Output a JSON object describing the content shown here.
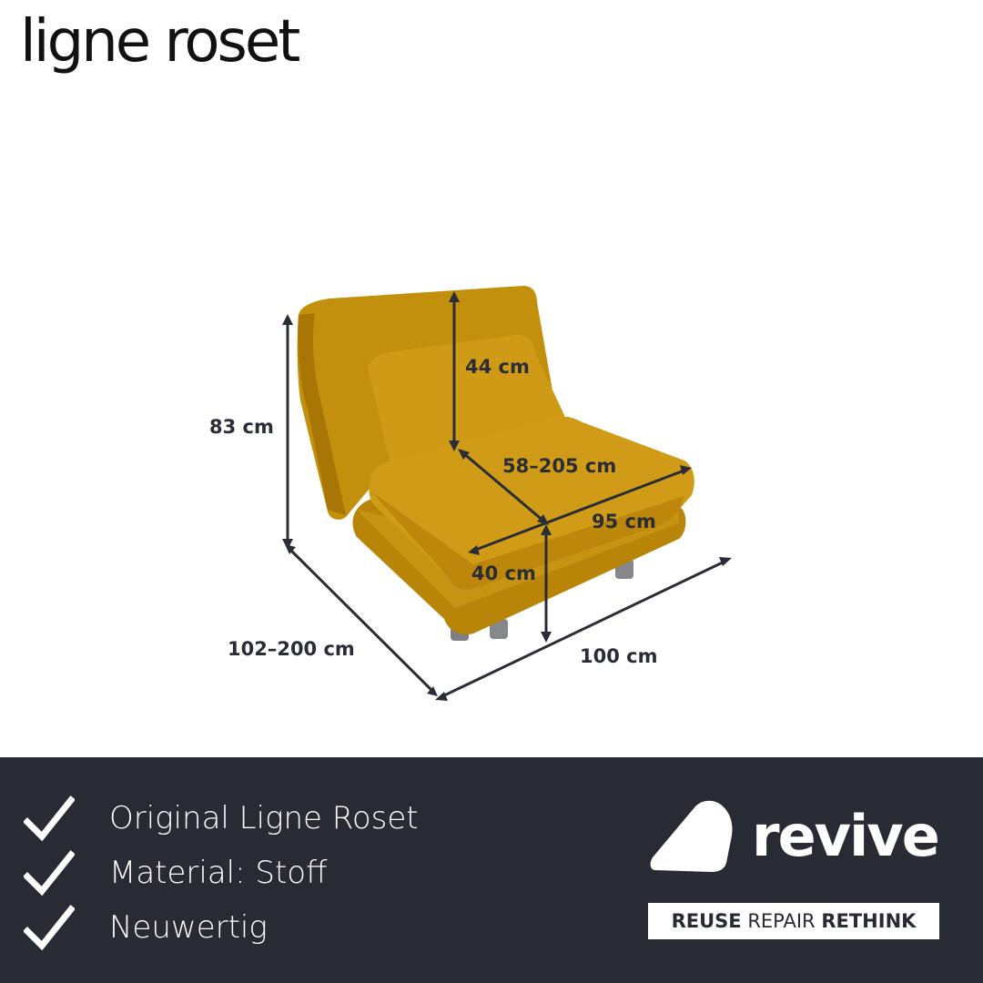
{
  "header": {
    "brand": "ligne roset"
  },
  "dimensions": {
    "back_height": "44 cm",
    "total_height": "83 cm",
    "seat_depth": "58–205 cm",
    "seat_width": "95 cm",
    "seat_height": "40 cm",
    "depth": "102–200 cm",
    "width": "100 cm"
  },
  "features": [
    {
      "text": "Original Ligne Roset"
    },
    {
      "text": "Material: Stoff"
    },
    {
      "text": "Neuwertig"
    }
  ],
  "logo": {
    "word": "revive",
    "tagline_reuse": "REUSE",
    "tagline_repair": "REPAIR",
    "tagline_rethink": "RETHINK"
  },
  "colors": {
    "footer_bg": "#282b33",
    "upholstery": "#c99410",
    "dim_line": "#2a2d36"
  }
}
